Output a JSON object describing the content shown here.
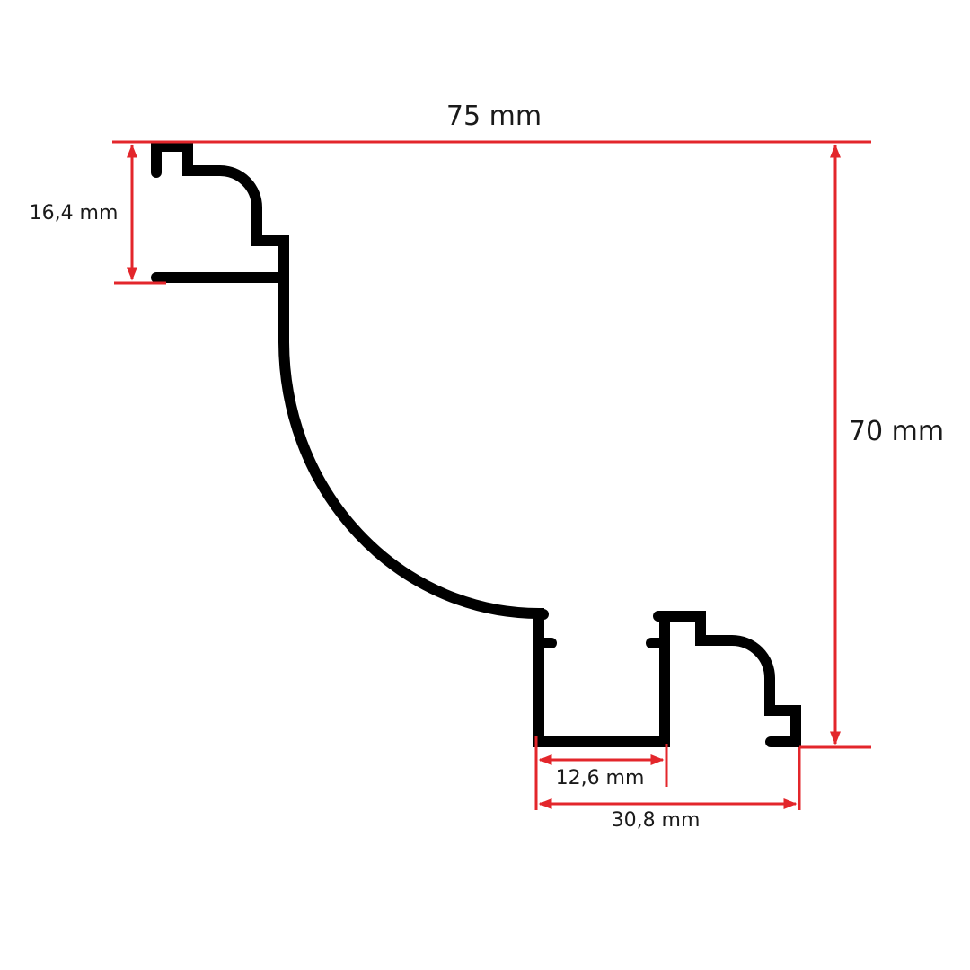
{
  "dimensions": {
    "total_width": "75 mm",
    "total_height": "70 mm",
    "top_flange_height": "16,4 mm",
    "channel_width": "12,6 mm",
    "base_width": "30,8 mm"
  },
  "colors": {
    "profile": "#000000",
    "dimension_lines": "#e3262b"
  }
}
